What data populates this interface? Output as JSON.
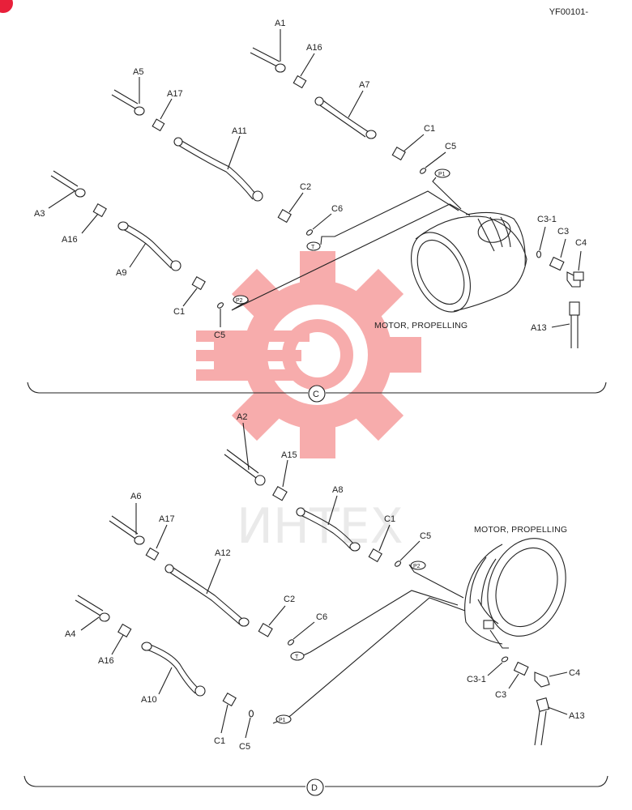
{
  "header": {
    "doc_code": "YF00101-"
  },
  "watermark": {
    "text": "ИНТЕХ",
    "color": "#f26a6a"
  },
  "section_c": {
    "badge": "C",
    "motor_label": "MOTOR, PROPELLING",
    "parts": {
      "A1": "A1",
      "A16a": "A16",
      "A5": "A5",
      "A17": "A17",
      "A7": "A7",
      "A11": "A11",
      "C1a": "C1",
      "C5a": "C5",
      "A3": "A3",
      "A16b": "A16",
      "C2": "C2",
      "C6": "C6",
      "C3_1": "C3-1",
      "C3": "C3",
      "C4": "C4",
      "A9": "A9",
      "C1b": "C1",
      "C5b": "C5",
      "A13": "A13"
    },
    "ports": {
      "p1": "P1",
      "t": "T",
      "p2": "P2"
    }
  },
  "section_d": {
    "badge": "D",
    "motor_label": "MOTOR, PROPELLING",
    "parts": {
      "A2": "A2",
      "A15": "A15",
      "A8": "A8",
      "A6": "A6",
      "A17": "A17",
      "C1a": "C1",
      "C5a": "C5",
      "A12": "A12",
      "C2": "C2",
      "C6": "C6",
      "A4": "A4",
      "A16": "A16",
      "A10": "A10",
      "C1b": "C1",
      "C5b": "C5",
      "C3_1": "C3-1",
      "C3": "C3",
      "C4": "C4",
      "A13": "A13"
    },
    "ports": {
      "p2": "P2",
      "t": "T",
      "p1": "P1"
    }
  }
}
